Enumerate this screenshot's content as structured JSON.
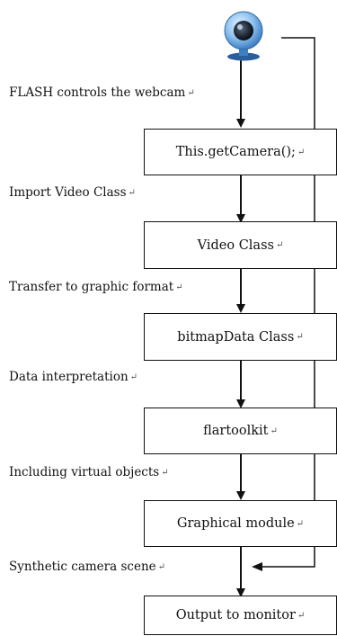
{
  "diagram": {
    "icon": "webcam-icon",
    "steps": [
      {
        "label": "FLASH controls the webcam",
        "box": "This.getCamera();"
      },
      {
        "label": "Import Video Class",
        "box": "Video Class"
      },
      {
        "label": "Transfer to graphic format",
        "box": "bitmapData Class"
      },
      {
        "label": "Data interpretation",
        "box": "flartoolkit"
      },
      {
        "label": "Including virtual objects",
        "box": "Graphical module"
      },
      {
        "label": "Synthetic camera scene",
        "box": "Output to monitor"
      }
    ],
    "paragraph_mark": "↵"
  }
}
